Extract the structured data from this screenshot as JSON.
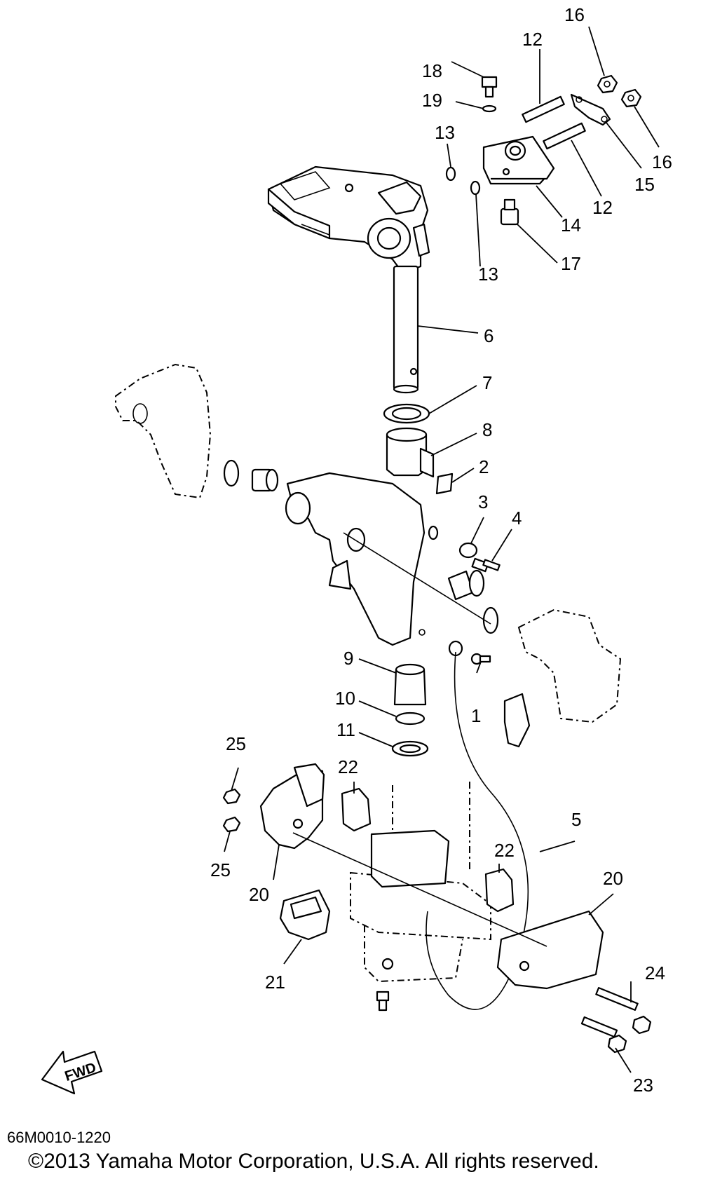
{
  "diagram": {
    "callouts": [
      "1",
      "2",
      "3",
      "4",
      "5",
      "6",
      "7",
      "8",
      "9",
      "10",
      "11",
      "12",
      "13",
      "14",
      "15",
      "16",
      "17",
      "18",
      "19",
      "20",
      "21",
      "22",
      "23",
      "24",
      "25"
    ],
    "fwd_label": "FWD"
  },
  "footer": {
    "diagram_code": "66M0010-1220",
    "copyright": "©2013 Yamaha Motor Corporation, U.S.A. All rights reserved."
  }
}
